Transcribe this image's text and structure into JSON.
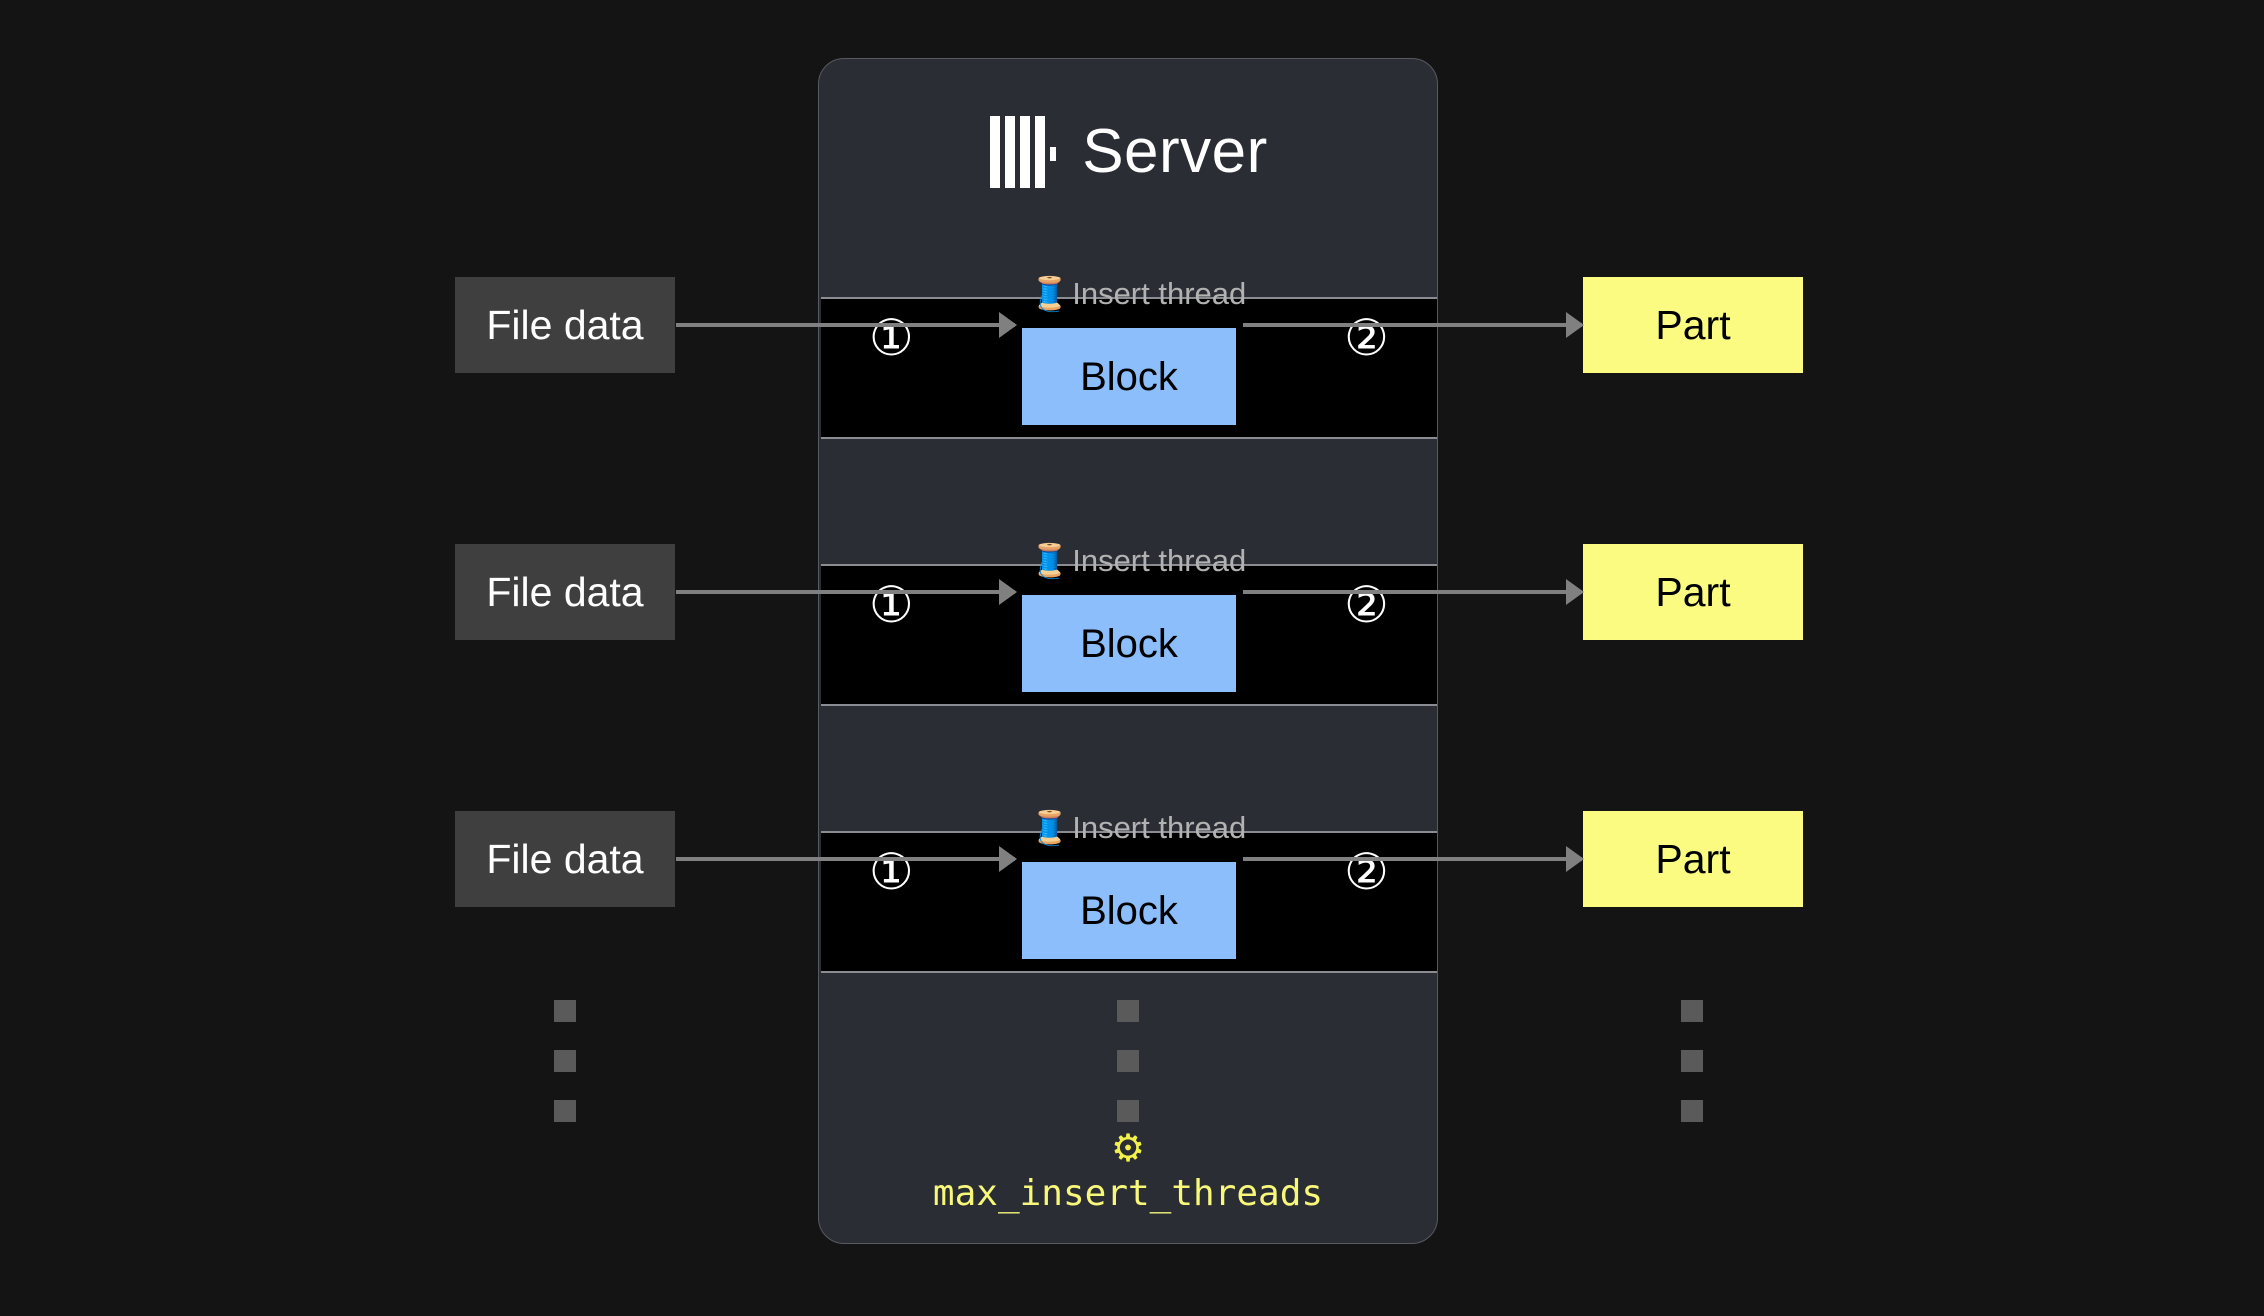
{
  "background_color": "#141414",
  "server": {
    "title": "Server",
    "logo_icon": "clickhouse-logo",
    "card_color": "#2b2d35",
    "border_color": "#585a62"
  },
  "flow": {
    "thread_label": "Insert thread",
    "thread_icon": "thread-spool-icon",
    "thread_emoji": "🧵",
    "step_in_marker": "①",
    "step_out_marker": "②",
    "block_label": "Block",
    "block_color": "#8cbefc",
    "source_label": "File data",
    "source_color": "#3f3f3f",
    "target_label": "Part",
    "target_color": "#fbfb82",
    "arrow_color": "#808080"
  },
  "threads": [
    {
      "source": "File data",
      "step_in": "①",
      "block": "Block",
      "step_out": "②",
      "target": "Part",
      "label": "Insert thread"
    },
    {
      "source": "File data",
      "step_in": "①",
      "block": "Block",
      "step_out": "②",
      "target": "Part",
      "label": "Insert thread"
    },
    {
      "source": "File data",
      "step_in": "①",
      "block": "Block",
      "step_out": "②",
      "target": "Part",
      "label": "Insert thread"
    }
  ],
  "ellipsis": {
    "square_color": "#5a5a5a",
    "count": 3
  },
  "setting": {
    "gear_icon": "gear-icon",
    "gear_glyph": "⚙",
    "name": "max_insert_threads",
    "color": "#f7f77a"
  }
}
